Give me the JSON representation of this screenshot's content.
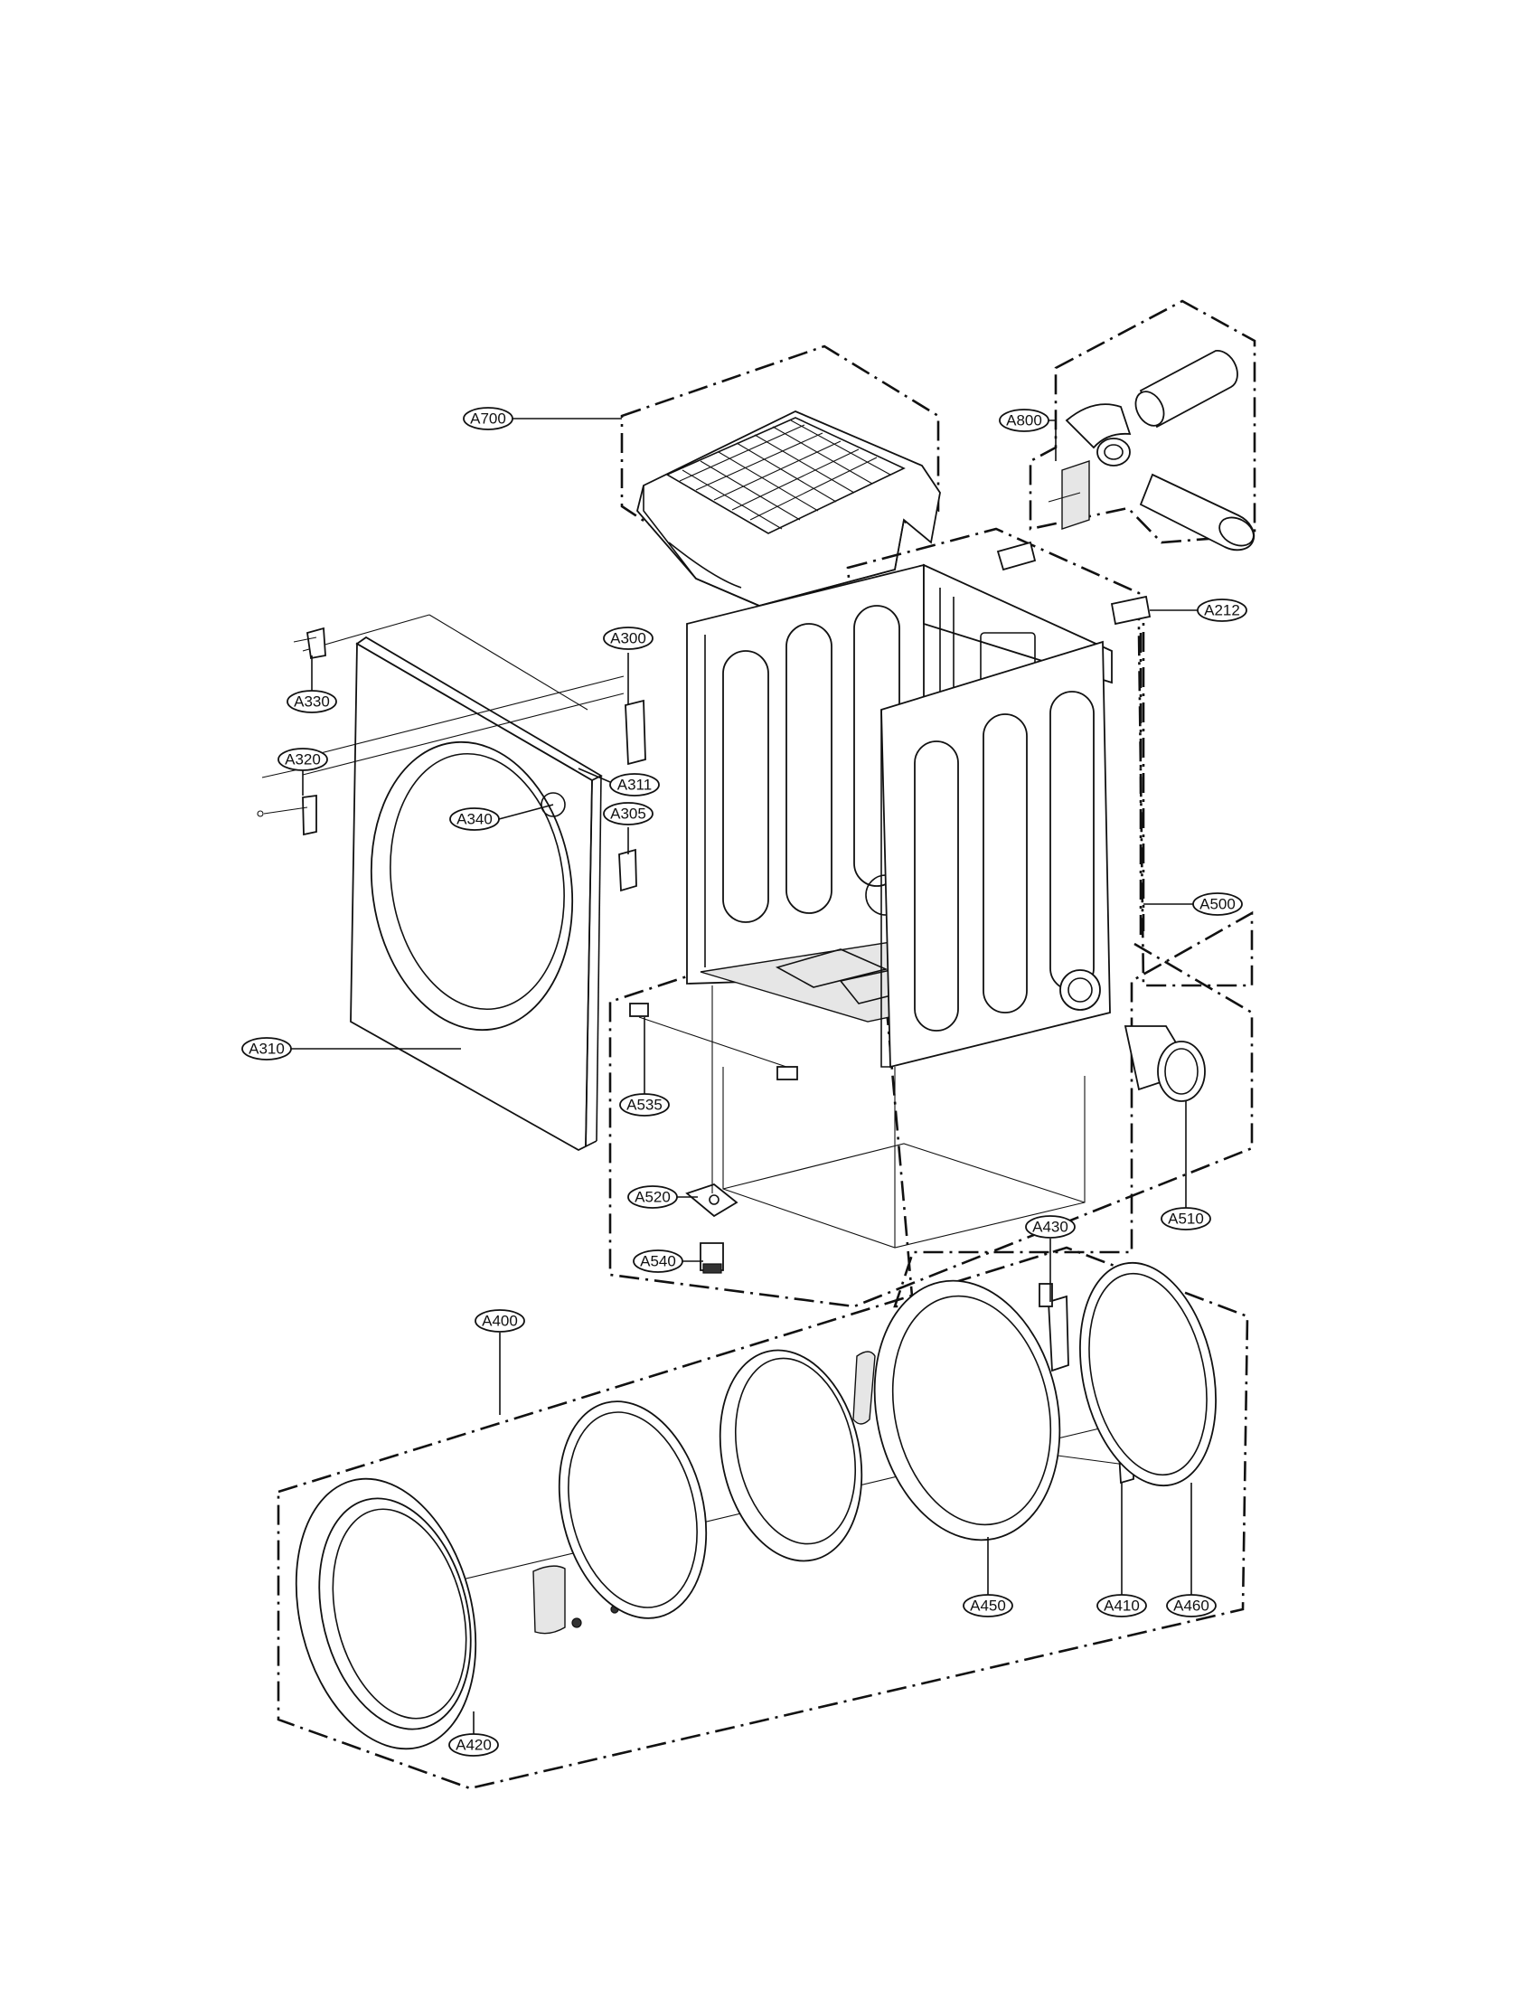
{
  "callouts": [
    {
      "id": "a700",
      "text": "A700"
    },
    {
      "id": "a800",
      "text": "A800"
    },
    {
      "id": "a212",
      "text": "A212"
    },
    {
      "id": "a300",
      "text": "A300"
    },
    {
      "id": "a330",
      "text": "A330"
    },
    {
      "id": "a320",
      "text": "A320"
    },
    {
      "id": "a311",
      "text": "A311"
    },
    {
      "id": "a340",
      "text": "A340"
    },
    {
      "id": "a305",
      "text": "A305"
    },
    {
      "id": "a500",
      "text": "A500"
    },
    {
      "id": "a310",
      "text": "A310"
    },
    {
      "id": "a535",
      "text": "A535"
    },
    {
      "id": "a520",
      "text": "A520"
    },
    {
      "id": "a510",
      "text": "A510"
    },
    {
      "id": "a540",
      "text": "A540"
    },
    {
      "id": "a430",
      "text": "A430"
    },
    {
      "id": "a400",
      "text": "A400"
    },
    {
      "id": "a450",
      "text": "A450"
    },
    {
      "id": "a410",
      "text": "A410"
    },
    {
      "id": "a460",
      "text": "A460"
    },
    {
      "id": "a420",
      "text": "A420"
    }
  ]
}
